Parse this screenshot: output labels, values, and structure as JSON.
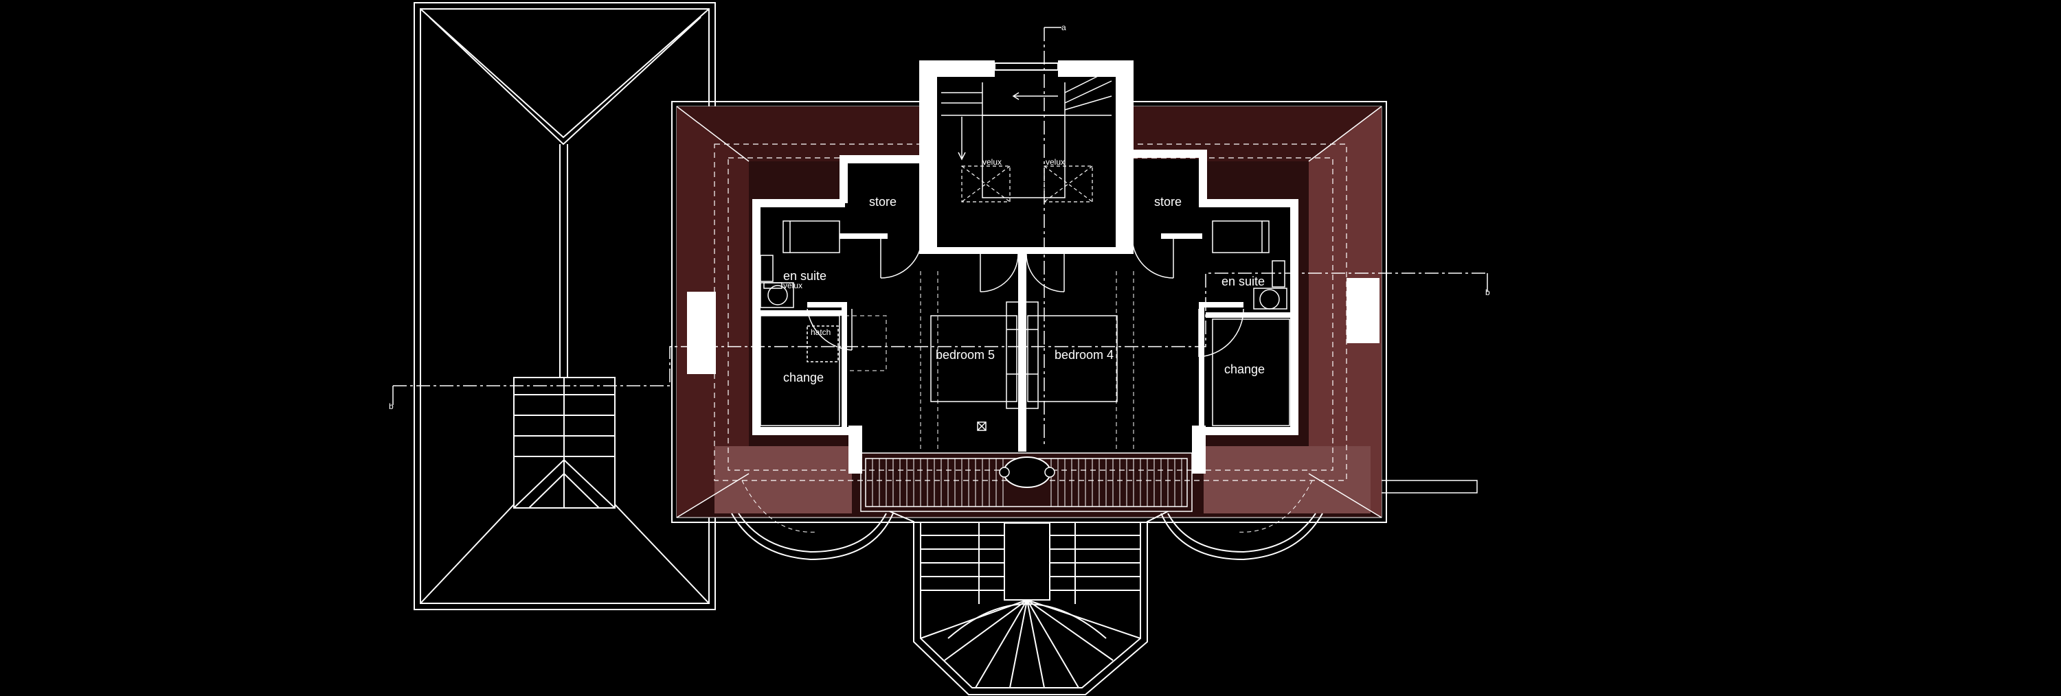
{
  "rooms": {
    "store_left": "store",
    "store_right": "store",
    "en_suite_left": "en suite",
    "en_suite_right": "en suite",
    "velux_small": "velux",
    "velux_stair_left": "velux",
    "velux_stair_right": "velux",
    "hatch": "hatch",
    "bedroom_5": "bedroom 5",
    "bedroom_4": "bedroom 4",
    "change_left": "change",
    "change_right": "change"
  },
  "section_markers": {
    "a": "a",
    "b_left": "b",
    "b_right": "b"
  },
  "colors": {
    "background": "#000000",
    "wall": "#ffffff",
    "roof_dark": "#3a1414",
    "roof_light": "#7a4848",
    "line": "#ffffff"
  }
}
